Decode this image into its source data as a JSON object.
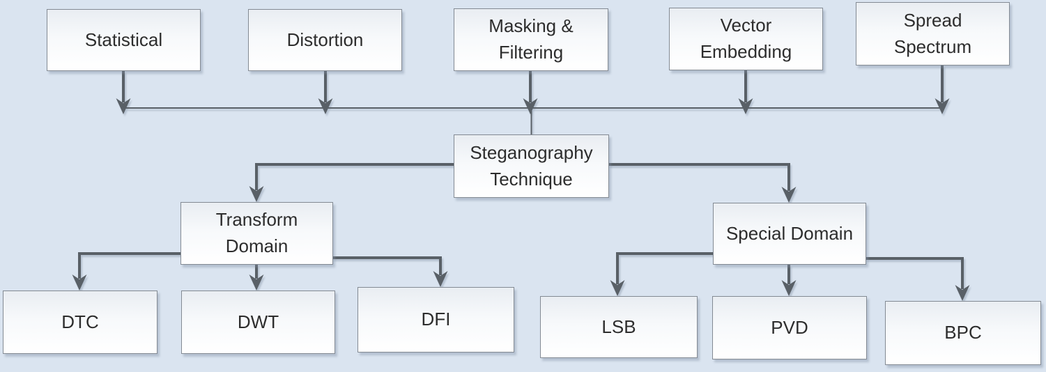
{
  "diagram": {
    "title": "Steganography Technique classification diagram",
    "colors": {
      "background": "#dae4f0",
      "box_fill_top": "#e9edf2",
      "box_fill_bottom": "#ffffff",
      "box_border": "#838a93",
      "connector": "#596067",
      "text": "#2d2d2d"
    },
    "nodes": {
      "statistical": {
        "label": "Statistical"
      },
      "distortion": {
        "label": "Distortion"
      },
      "masking_filtering": {
        "label": "Masking &\nFiltering"
      },
      "vector_embedding": {
        "label": "Vector\nEmbedding"
      },
      "spread_spectrum": {
        "label": "Spread\nSpectrum"
      },
      "steganography_technique": {
        "label": "Steganography\nTechnique"
      },
      "transform_domain": {
        "label": "Transform\nDomain"
      },
      "special_domain": {
        "label": "Special Domain"
      },
      "dtc": {
        "label": "DTC"
      },
      "dwt": {
        "label": "DWT"
      },
      "dfi": {
        "label": "DFI"
      },
      "lsb": {
        "label": "LSB"
      },
      "pvd": {
        "label": "PVD"
      },
      "bpc": {
        "label": "BPC"
      }
    },
    "edges": [
      {
        "from": "Statistical",
        "to": "Steganography Technique"
      },
      {
        "from": "Distortion",
        "to": "Steganography Technique"
      },
      {
        "from": "Masking & Filtering",
        "to": "Steganography Technique"
      },
      {
        "from": "Vector Embedding",
        "to": "Steganography Technique"
      },
      {
        "from": "Spread Spectrum",
        "to": "Steganography Technique"
      },
      {
        "from": "Steganography Technique",
        "to": "Transform Domain"
      },
      {
        "from": "Steganography Technique",
        "to": "Special Domain"
      },
      {
        "from": "Transform Domain",
        "to": "DTC"
      },
      {
        "from": "Transform Domain",
        "to": "DWT"
      },
      {
        "from": "Transform Domain",
        "to": "DFI"
      },
      {
        "from": "Special Domain",
        "to": "LSB"
      },
      {
        "from": "Special Domain",
        "to": "PVD"
      },
      {
        "from": "Special Domain",
        "to": "BPC"
      }
    ]
  }
}
